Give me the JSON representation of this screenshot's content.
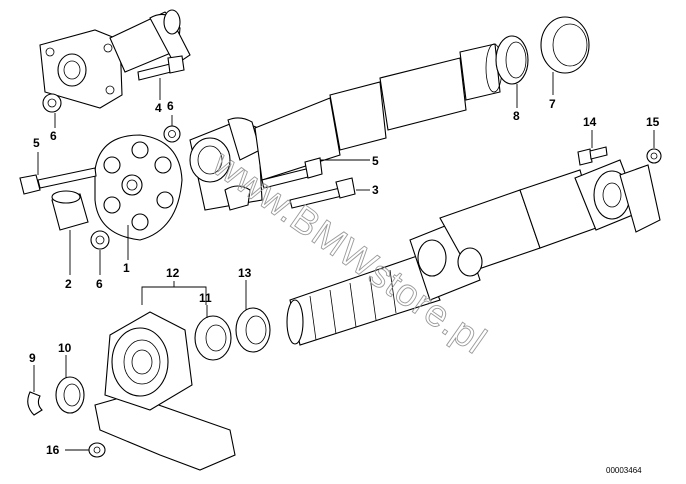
{
  "diagram": {
    "watermark": "www.BMWstore.pl",
    "reference_number": "00003464",
    "callouts": [
      "1",
      "2",
      "3",
      "4",
      "5",
      "5",
      "6",
      "6",
      "6",
      "7",
      "8",
      "9",
      "10",
      "11",
      "12",
      "13",
      "14",
      "15",
      "16"
    ]
  }
}
